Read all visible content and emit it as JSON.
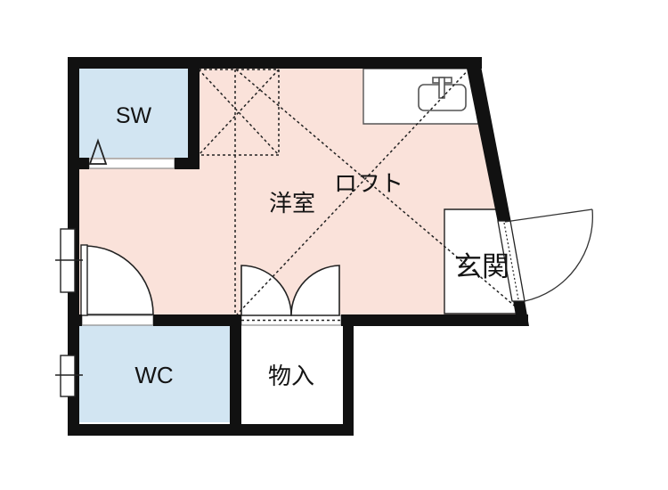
{
  "plan_type": "apartment-floor-plan",
  "rooms": {
    "western": {
      "label": "洋室"
    },
    "loft": {
      "label": "ロフト"
    },
    "entrance": {
      "label": "玄関"
    },
    "sw": {
      "label": "SW"
    },
    "wc": {
      "label": "WC"
    },
    "storage": {
      "label": "物入"
    }
  },
  "fixtures": {
    "kitchen_sink": "sink-icon",
    "entrance_door": "swing-door",
    "wc_door": "swing-door",
    "storage_doors": "double-swing-doors",
    "sw_door": "folding-door-triangle",
    "window_upper": "window-symbol",
    "window_lower": "window-symbol",
    "loft_ladder": "dashed-ladder-box",
    "loft_extent": "dashed-cross-lines"
  },
  "colors": {
    "background": "#ffffff",
    "floor": "#fae2da",
    "wet_rooms": "#d2e5f2",
    "wall": "#111111",
    "line": "#222222",
    "thin_stroke": "#555555"
  }
}
